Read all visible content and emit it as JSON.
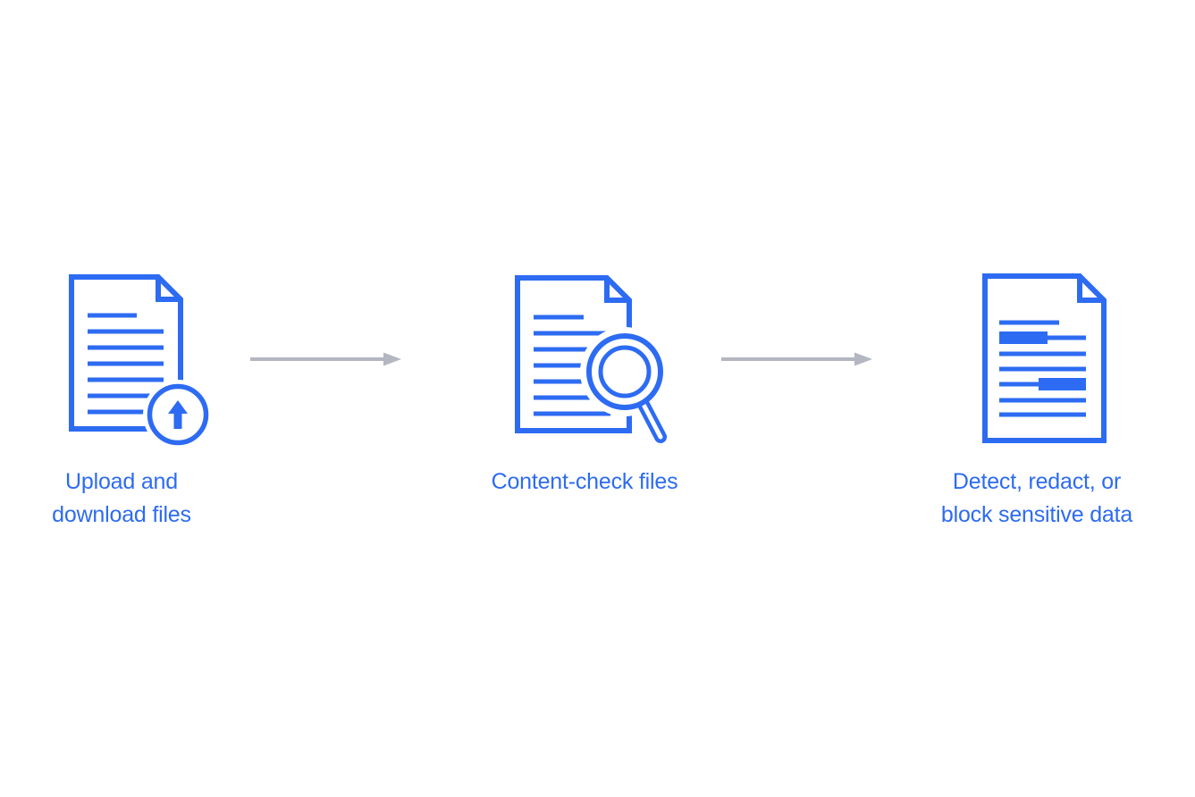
{
  "diagram": {
    "background_color": "#ffffff",
    "accent_color": "#2d6bf2",
    "arrow_color": "#b3b7c1",
    "steps": [
      {
        "id": "upload-download",
        "icon": "document-upload-icon",
        "lines": [
          "Upload and",
          "download files"
        ]
      },
      {
        "id": "content-check",
        "icon": "document-search-icon",
        "lines": [
          "Content-check files",
          ""
        ]
      },
      {
        "id": "detect-redact-block",
        "icon": "document-redacted-icon",
        "lines": [
          "Detect, redact, or",
          "block sensitive data"
        ]
      }
    ],
    "connectors": [
      {
        "type": "arrow-right"
      },
      {
        "type": "arrow-right"
      }
    ]
  }
}
